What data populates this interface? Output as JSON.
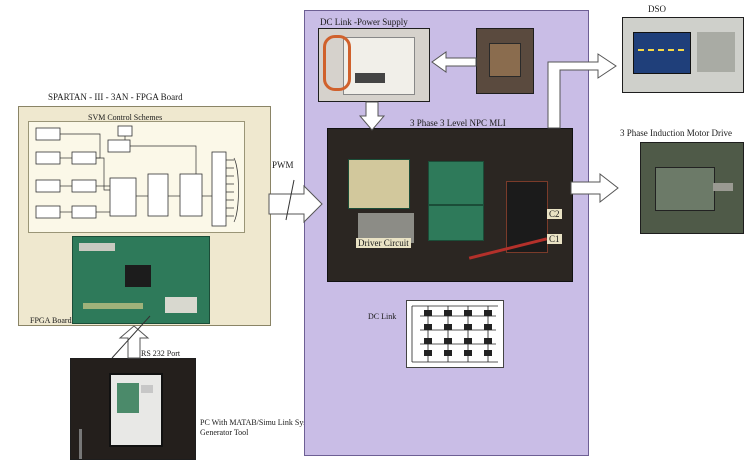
{
  "fpga_section": {
    "title": "SPARTAN - III - 3AN - FPGA Board",
    "svm_title": "SVM Control Schemes",
    "board_label": "FPGA Board"
  },
  "pwm_label": "PWM",
  "rs232_label": "RS 232 Port",
  "pc_label_line1": "PC With MATAB/Simu Link System",
  "pc_label_line2": "Generator Tool",
  "inverter_section": {
    "power_supply_label": "DC Link -Power Supply",
    "mli_label": "3 Phase 3 Level NPC MLI",
    "driver_label": "Driver Circuit",
    "c2_label": "C2",
    "c1_label": "C1",
    "dc_link_label": "DC Link"
  },
  "dso_label": "DSO",
  "motor_label": "3 Phase Induction Motor Drive",
  "colors": {
    "fpga_panel": "#efe8cf",
    "inverter_panel": "#c9bde6",
    "arrow_fill": "#ffffff"
  }
}
